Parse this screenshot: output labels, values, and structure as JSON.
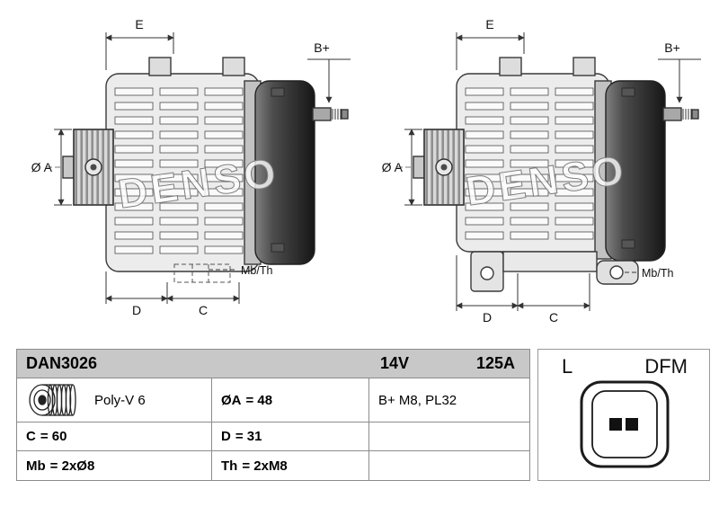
{
  "drawing": {
    "watermark": "DENSO",
    "dims": {
      "e": "E",
      "bplus": "B+",
      "oa": "Ø A",
      "mbth": "Mb/Th",
      "d": "D",
      "c": "C"
    }
  },
  "table": {
    "header": {
      "model": "DAN3026",
      "voltage": "14V",
      "current": "125A"
    },
    "cells": {
      "pulley": "Poly-V 6",
      "c_key": "C",
      "c_val": "= 60",
      "mb_key": "Mb",
      "mb_val": "= 2xØ8",
      "oa_key": "ØA",
      "oa_val": "= 48",
      "d_key": "D",
      "d_val": "= 31",
      "th_key": "Th",
      "th_val": "= 2xM8",
      "terminal": "B+ M8, PL32"
    }
  },
  "connector": {
    "label_l": "L",
    "label_r": "DFM"
  }
}
